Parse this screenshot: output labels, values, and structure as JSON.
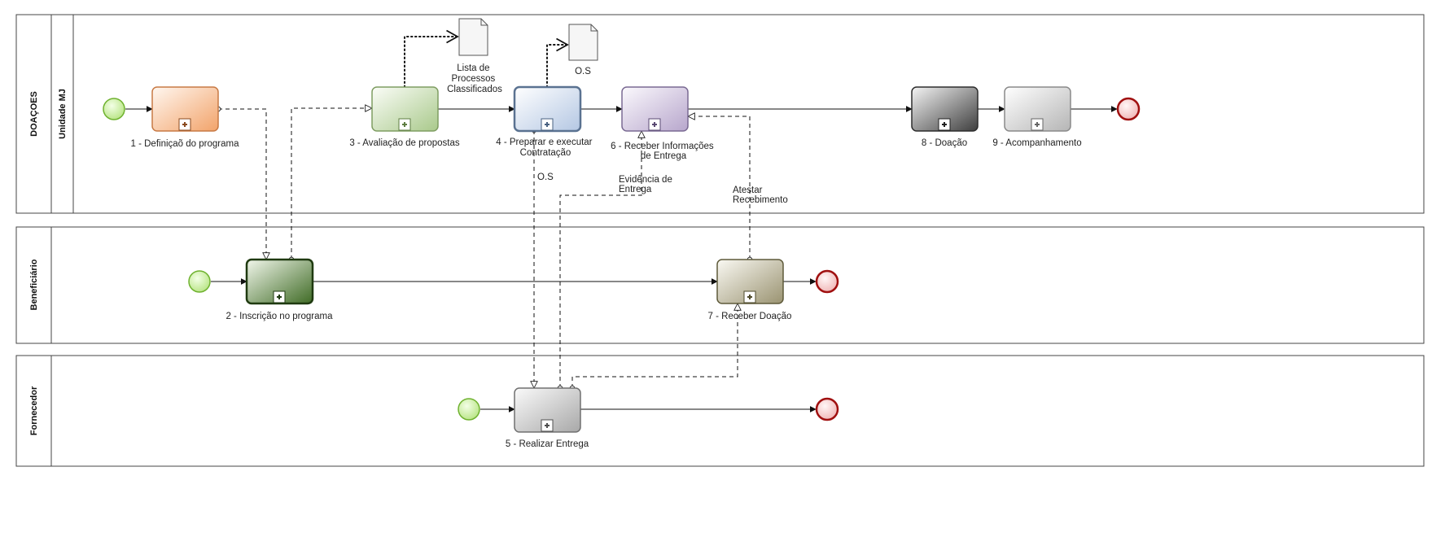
{
  "pools": [
    {
      "id": "doacoes",
      "label": "DOAÇOES",
      "lane": "Unidade MJ"
    },
    {
      "id": "beneficiario",
      "label": "Beneficiário"
    },
    {
      "id": "fornecedor",
      "label": "Fornecedor"
    }
  ],
  "tasks": [
    {
      "id": "t1",
      "label": "1 - Definiçaõ do programa",
      "fill": "#f7c9a3",
      "stroke": "#c87a45"
    },
    {
      "id": "t2",
      "label": "2 - Inscrição no programa",
      "fill": "#8aa77a",
      "stroke": "#2d4a1a"
    },
    {
      "id": "t3",
      "label": "3 - Avaliação de propostas",
      "fill": "#d7e8c6",
      "stroke": "#7f9d62"
    },
    {
      "id": "t4",
      "label": "4 - Preparar e executar Contratação",
      "fill": "#dfe8f5",
      "stroke": "#5a7291"
    },
    {
      "id": "t5",
      "label": "5 - Realizar Entrega",
      "fill": "#d4d4d4",
      "stroke": "#707070"
    },
    {
      "id": "t6",
      "label": "6 - Receber Informações de Entrega",
      "fill": "#ddd3e8",
      "stroke": "#7a6a93"
    },
    {
      "id": "t7",
      "label": "7 - Receber Doação",
      "fill": "#cdc8b4",
      "stroke": "#5e5a3a"
    },
    {
      "id": "t8",
      "label": "8 - Doação",
      "fill": "#9c9c9c",
      "stroke": "#2d2d2d"
    },
    {
      "id": "t9",
      "label": "9 - Acompanhamento",
      "fill": "#dcdcdc",
      "stroke": "#8a8a8a"
    }
  ],
  "documents": [
    {
      "id": "d1",
      "label": "Lista de Processos Classificados"
    },
    {
      "id": "d2",
      "label": "O.S"
    }
  ],
  "message_labels": {
    "os": "O.S",
    "evidencia": "Evidência de Entrega",
    "atestar": "Atestar Recebimento"
  },
  "colors": {
    "start_fill": "#c8ef98",
    "start_stroke": "#6fb22f",
    "end_fill": "#f7c9c9",
    "end_stroke": "#a01010",
    "pool_border": "#444444"
  }
}
